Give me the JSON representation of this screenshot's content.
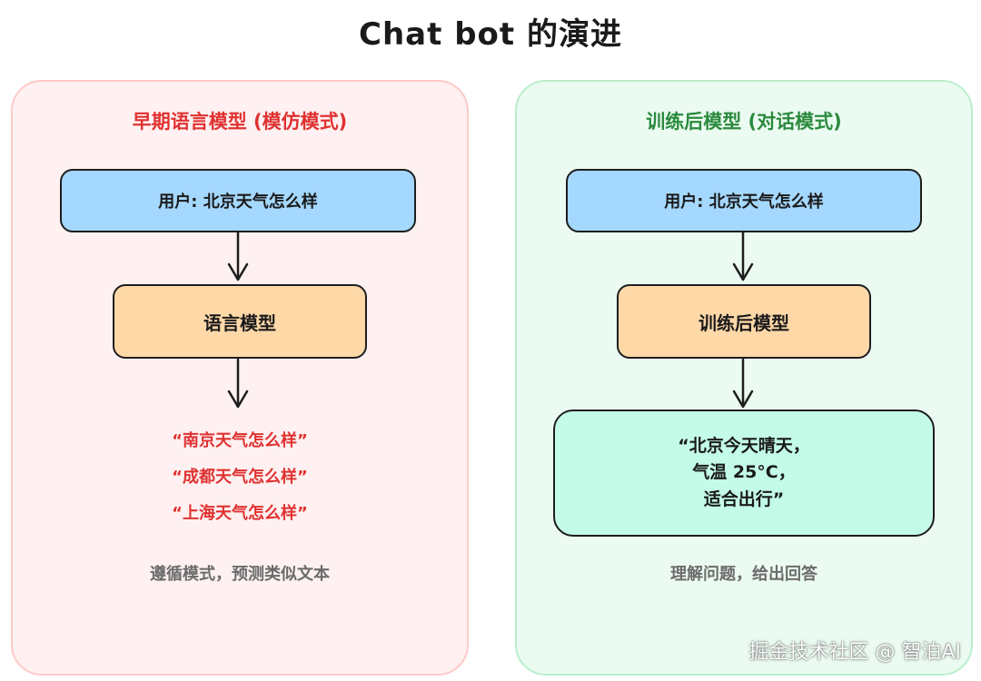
{
  "title": "Chat bot 的演进",
  "left": {
    "heading": "早期语言模型 (模仿模式)",
    "user_box": "用户: 北京天气怎么样",
    "model_box": "语言模型",
    "outputs": [
      "“南京天气怎么样”",
      "“成都天气怎么样”",
      "“上海天气怎么样”"
    ],
    "caption": "遵循模式，预测类似文本",
    "colors": {
      "panel_bg": "#fff1f1",
      "heading": "#e03131"
    }
  },
  "right": {
    "heading": "训练后模型 (对话模式)",
    "user_box": "用户: 北京天气怎么样",
    "model_box": "训练后模型",
    "reply_box": "“北京今天晴天，\n气温 25°C，\n适合出行”",
    "caption": "理解问题，给出回答",
    "colors": {
      "panel_bg": "#ebfbf1",
      "heading": "#2b8a3e"
    }
  },
  "watermark": "掘金技术社区 @ 智泊AI"
}
